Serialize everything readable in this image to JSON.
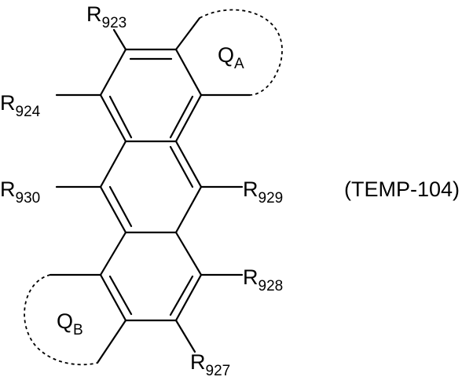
{
  "structure": {
    "compound_label": "(TEMP-104)",
    "substituents": {
      "r923": {
        "main": "R",
        "sub": "923"
      },
      "r924": {
        "main": "R",
        "sub": "924"
      },
      "r930": {
        "main": "R",
        "sub": "930"
      },
      "r929": {
        "main": "R",
        "sub": "929"
      },
      "r928": {
        "main": "R",
        "sub": "928"
      },
      "r927": {
        "main": "R",
        "sub": "927"
      }
    },
    "rings": {
      "qa": {
        "main": "Q",
        "sub": "A"
      },
      "qb": {
        "main": "Q",
        "sub": "B"
      }
    }
  }
}
